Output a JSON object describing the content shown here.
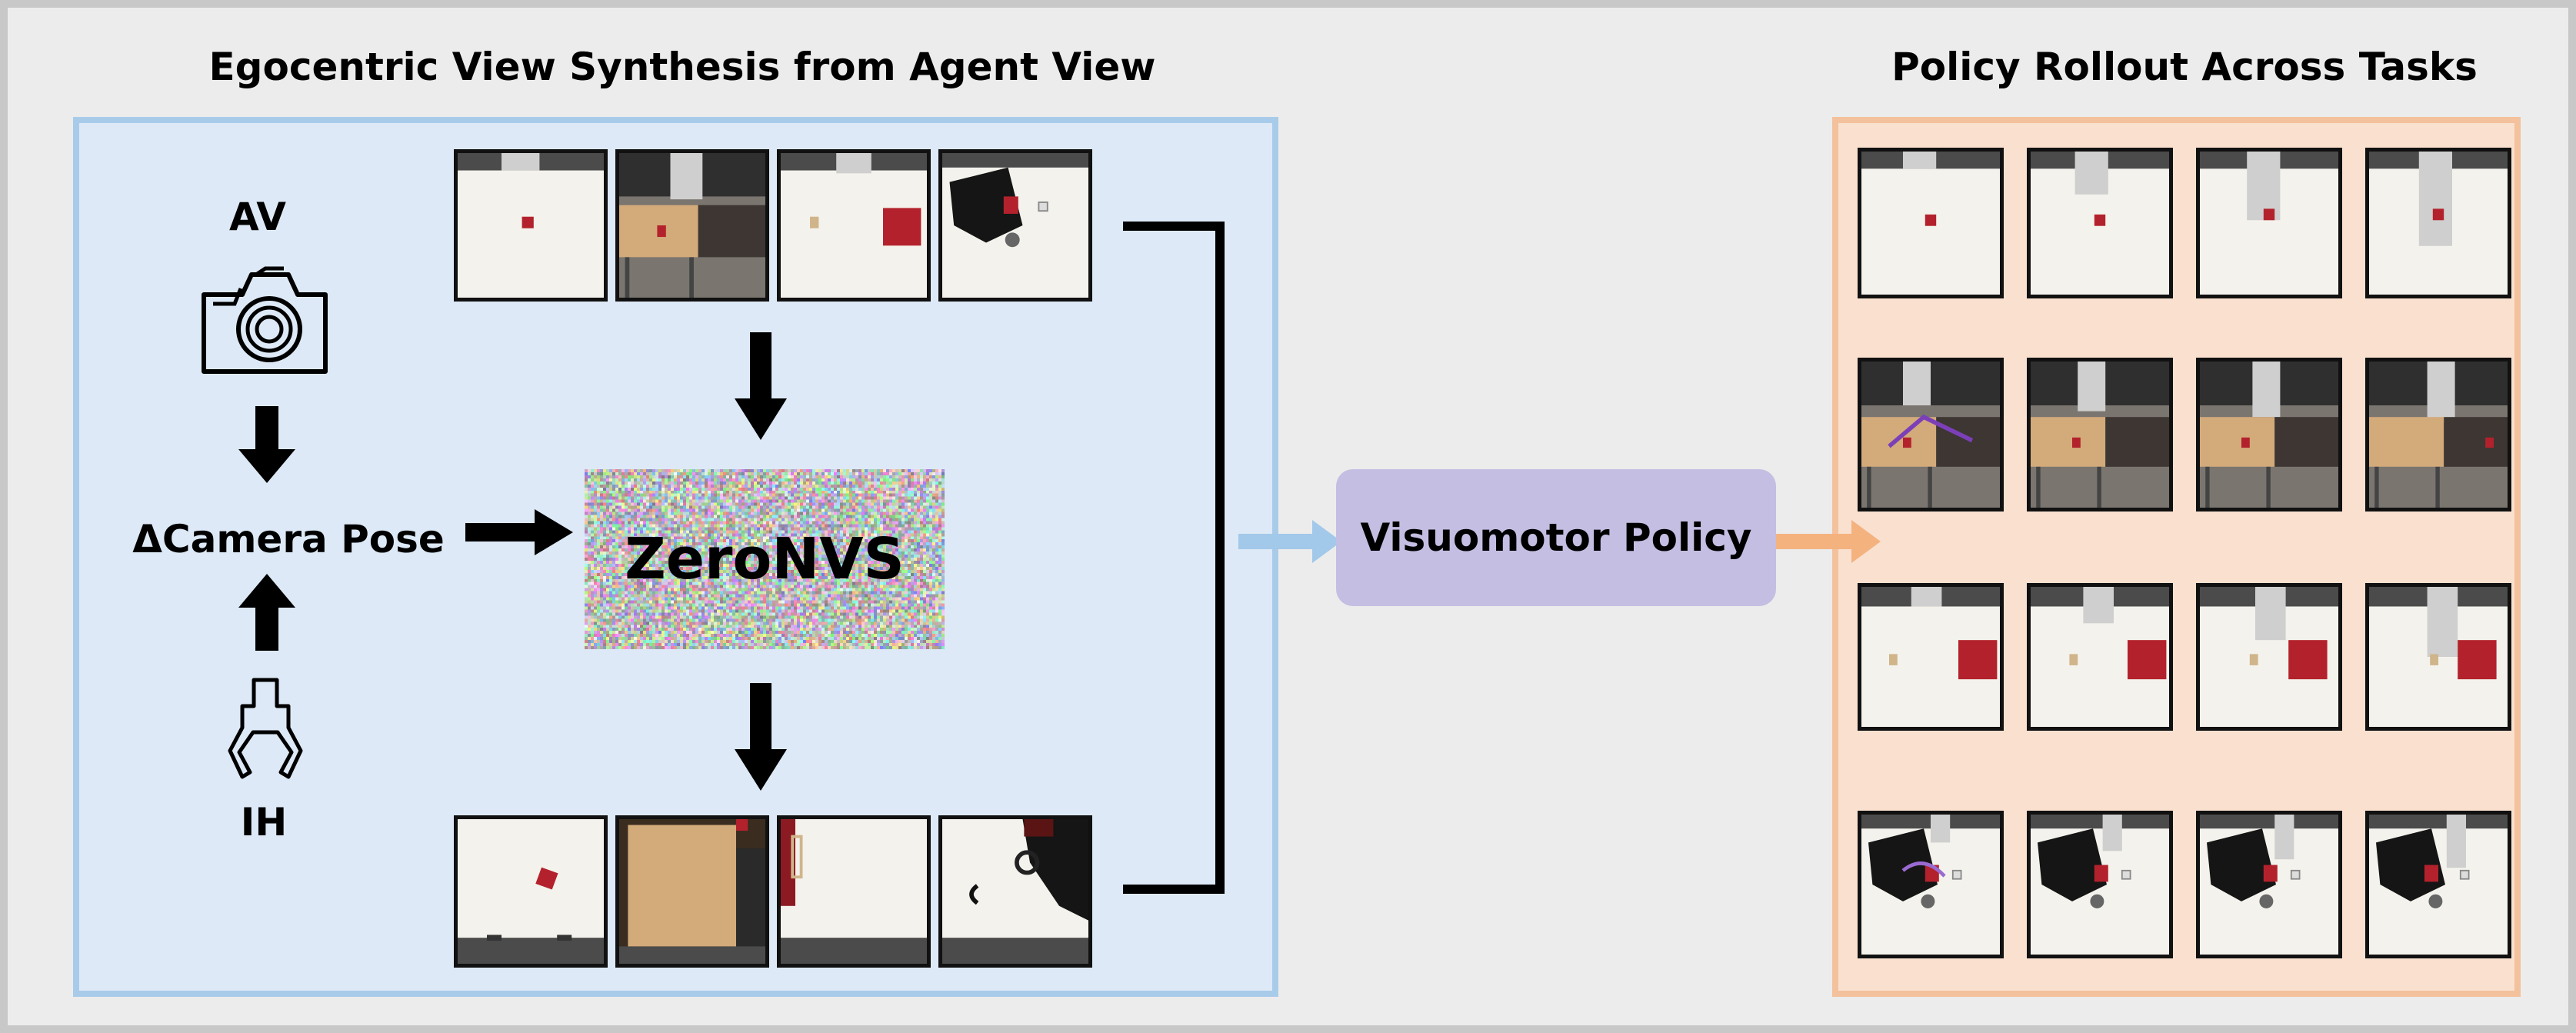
{
  "titles": {
    "left": "Egocentric View Synthesis from Agent View",
    "right": "Policy Rollout Across Tasks"
  },
  "labels": {
    "av": "AV",
    "camera_pose": "ΔCamera Pose",
    "ih": "IH",
    "zeronvs": "ZeroNVS",
    "policy": "Visuomotor Policy"
  },
  "icons": {
    "camera": "camera-icon",
    "gripper": "gripper-icon"
  },
  "colors": {
    "blue_panel": "#dde9f6",
    "blue_border": "#a9cbea",
    "orange_panel": "#f9e0cf",
    "orange_border": "#f3c19c",
    "policy_box": "#c4bee2",
    "blue_arrow": "#a2c8ea",
    "orange_arrow": "#f4b27f"
  },
  "input_views": [
    "tabletop-cube",
    "wooden-tray-scene",
    "mug-and-box",
    "coffee-machine"
  ],
  "synthesized_views": [
    "tabletop-cube-ego",
    "wooden-tray-ego",
    "mug-box-ego",
    "coffee-machine-ego"
  ],
  "rollout_rows": [
    "cube-lift",
    "tray-placement",
    "mug-box",
    "coffee-machine"
  ]
}
